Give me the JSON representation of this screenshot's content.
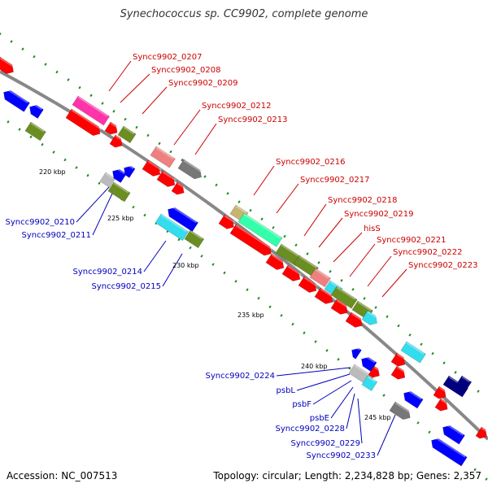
{
  "title": "Synechococcus sp. CC9902, complete genome",
  "accession": "Accession: NC_007513",
  "topology": "Topology: circular; Length: 2,234,828 bp; Genes: 2,357",
  "colors": {
    "backbone": "#888888",
    "forward_red": "#ff0000",
    "reverse_blue": "#0000ff",
    "olive": "#6b8e23",
    "magenta": "#ff33aa",
    "pink": "#f08080",
    "gray": "#777777",
    "khaki": "#c8b46e",
    "aquamarine": "#33ffaa",
    "cyan": "#33ddee",
    "navy": "#000080",
    "silver": "#bbbbbb",
    "green_tick": "#228b22",
    "red_label": "#cc0000",
    "blue_label": "#0000bb"
  },
  "ticks": [
    {
      "label": "220 kbp"
    },
    {
      "label": "225 kbp"
    },
    {
      "label": "230 kbp"
    },
    {
      "label": "235 kbp"
    },
    {
      "label": "240 kbp"
    },
    {
      "label": "245 kbp"
    }
  ],
  "red_labels": [
    "Syncc9902_0207",
    "Syncc9902_0208",
    "Syncc9902_0209",
    "Syncc9902_0212",
    "Syncc9902_0213",
    "Syncc9902_0216",
    "Syncc9902_0217",
    "Syncc9902_0218",
    "Syncc9902_0219",
    "hisS",
    "Syncc9902_0221",
    "Syncc9902_0222",
    "Syncc9902_0223"
  ],
  "blue_labels": [
    "Syncc9902_0210",
    "Syncc9902_0211",
    "Syncc9902_0214",
    "Syncc9902_0215",
    "Syncc9902_0224",
    "psbL",
    "psbF",
    "psbE",
    "Syncc9902_0228",
    "Syncc9902_0229",
    "Syncc9902_0233"
  ]
}
